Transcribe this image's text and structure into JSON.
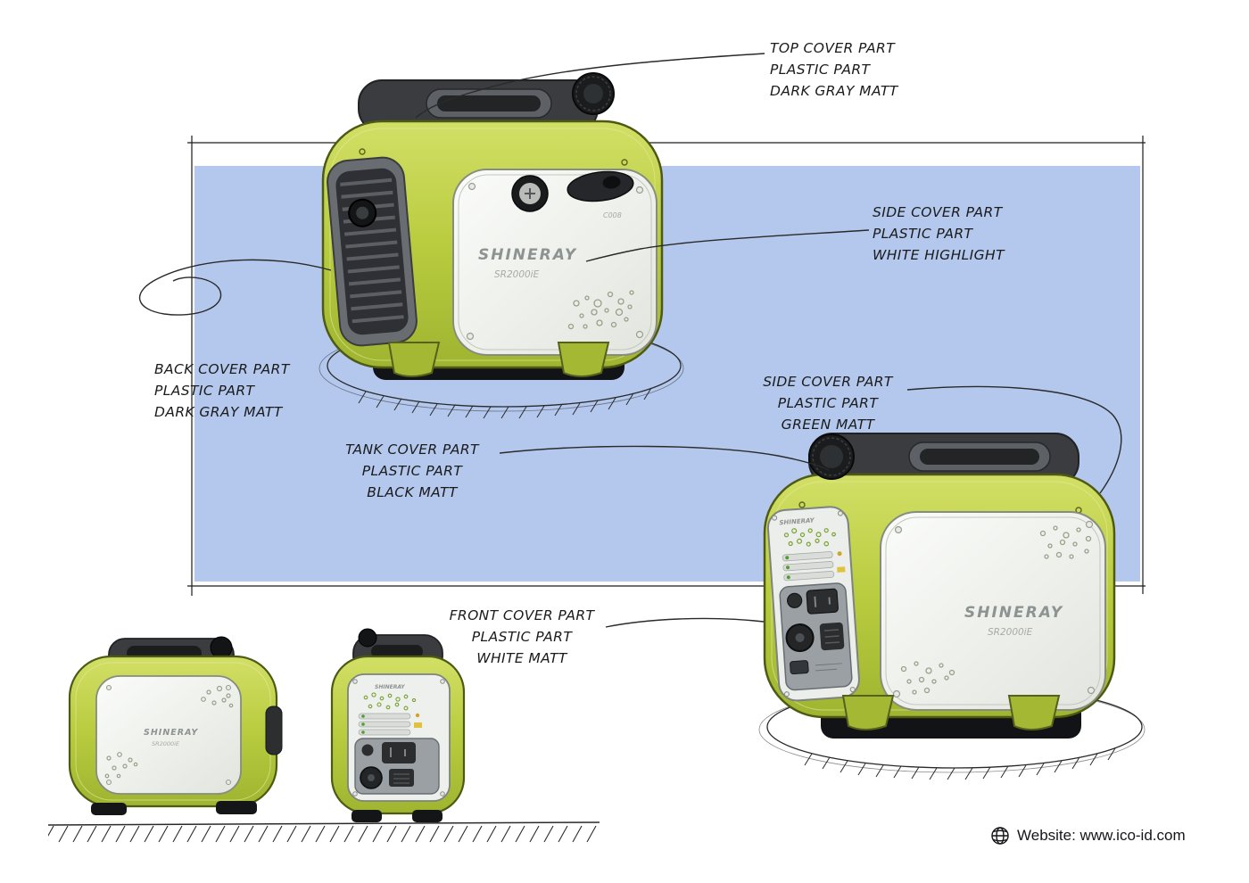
{
  "product": {
    "brand": "SHINERAY",
    "model": "SR2000iE",
    "panel_code": "C008"
  },
  "annotations": {
    "top_cover": {
      "lines": [
        "TOP COVER PART",
        "PLASTIC PART",
        "DARK GRAY MATT"
      ]
    },
    "side_cover_white": {
      "lines": [
        "SIDE COVER PART",
        "PLASTIC PART",
        "WHITE HIGHLIGHT"
      ]
    },
    "back_cover": {
      "lines": [
        "BACK COVER PART",
        "PLASTIC PART",
        "DARK GRAY MATT"
      ]
    },
    "side_cover_green": {
      "lines": [
        "SIDE COVER PART",
        "PLASTIC PART",
        "GREEN MATT"
      ]
    },
    "tank_cover": {
      "lines": [
        "TANK COVER PART",
        "PLASTIC PART",
        "BLACK MATT"
      ]
    },
    "front_cover": {
      "lines": [
        "FRONT COVER PART",
        "PLASTIC PART",
        "WHITE MATT"
      ]
    }
  },
  "footer": {
    "website": "Website: www.ico-id.com"
  },
  "colors": {
    "backdrop_band": "#b4c8ee",
    "body_green": "#b9cc3f",
    "body_green_dark": "#9fb430",
    "top_cover_gray": "#3a3c3f",
    "panel_white": "#f3f4f1",
    "base_black": "#141518",
    "ink": "#1b1b1b"
  }
}
